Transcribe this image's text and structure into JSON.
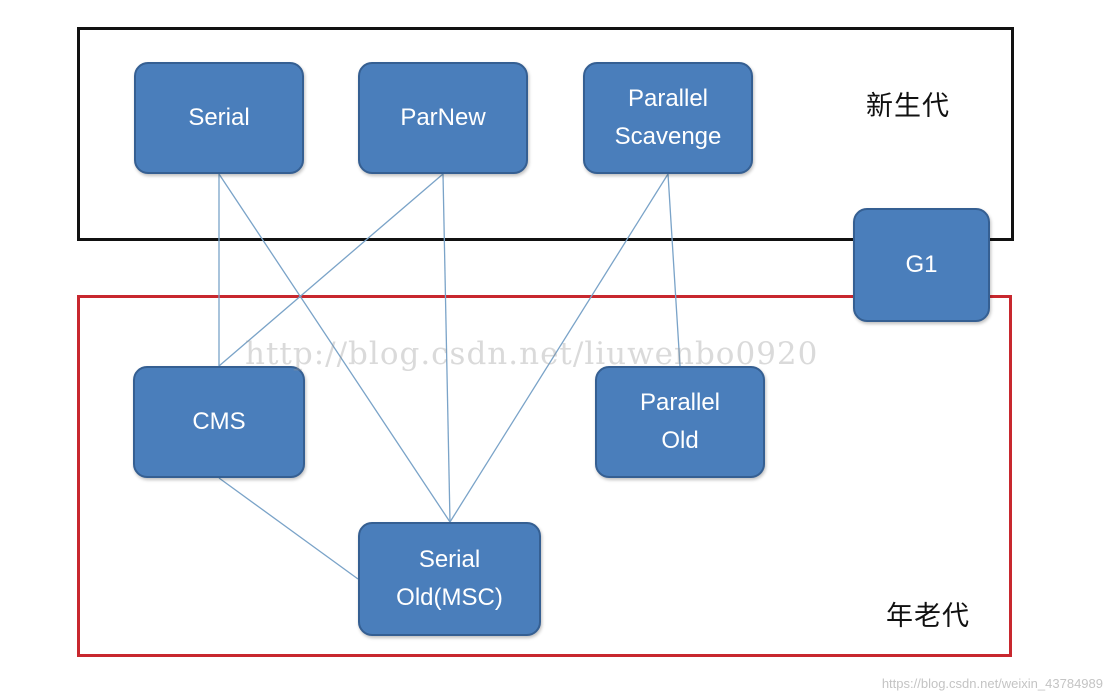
{
  "regions": {
    "young_generation": {
      "label": "新生代",
      "border_color": "#111111"
    },
    "old_generation": {
      "label": "年老代",
      "border_color": "#c8282e"
    }
  },
  "nodes": {
    "serial": "Serial",
    "parnew": "ParNew",
    "parallel_scavenge": "Parallel\nScavenge",
    "g1": "G1",
    "cms": "CMS",
    "parallel_old": "Parallel\nOld",
    "serial_old": "Serial\nOld(MSC)"
  },
  "edges": [
    [
      "serial",
      "cms"
    ],
    [
      "serial",
      "serial_old"
    ],
    [
      "parnew",
      "cms"
    ],
    [
      "parnew",
      "serial_old"
    ],
    [
      "parallel_scavenge",
      "serial_old"
    ],
    [
      "parallel_scavenge",
      "parallel_old"
    ],
    [
      "cms",
      "serial_old"
    ]
  ],
  "colors": {
    "node_fill": "#4a7ebb",
    "node_border": "#355f92",
    "edge": "#7aa3c8"
  },
  "watermark": "http://blog.csdn.net/liuwenbo0920",
  "footer_watermark": "https://blog.csdn.net/weixin_43784989"
}
